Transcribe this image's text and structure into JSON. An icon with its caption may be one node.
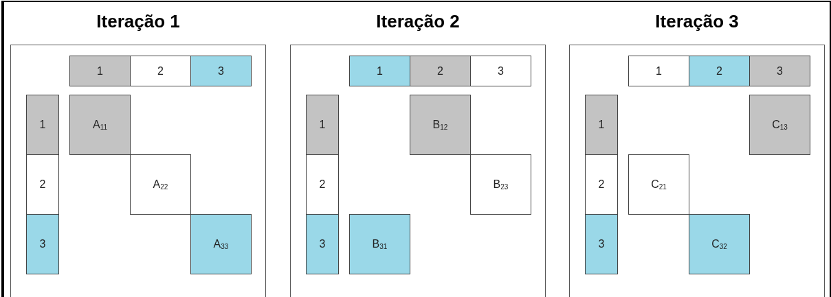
{
  "diagram": {
    "nodes": [
      {
        "text": [
          "Iteração 1"
        ]
      },
      {
        "text": [
          "1"
        ],
        "in": 0
      },
      {
        "text": [
          "2"
        ],
        "in": 0
      },
      {
        "text": [
          "3"
        ],
        "in": 0
      },
      {
        "text": [
          "1"
        ],
        "in": 0
      },
      {
        "text": [
          "2"
        ],
        "in": 0
      },
      {
        "text": [
          "3"
        ],
        "in": 0
      },
      {
        "text": [
          "A$_{11}$"
        ],
        "in": 0
      },
      {
        "text": [
          "A$_{22}$"
        ],
        "in": 0
      },
      {
        "text": [
          "A$_{33}$"
        ],
        "in": 0
      },
      {
        "text": [
          "Iteração 2"
        ]
      },
      {
        "text": [
          "1"
        ],
        "in": 10
      },
      {
        "text": [
          "2"
        ],
        "in": 10
      },
      {
        "text": [
          "3"
        ],
        "in": 10
      },
      {
        "text": [
          "1"
        ],
        "in": 10
      },
      {
        "text": [
          "2"
        ],
        "in": 10
      },
      {
        "text": [
          "3"
        ],
        "in": 10
      },
      {
        "text": [
          "B$_{12}$"
        ],
        "in": 10
      },
      {
        "text": [
          "B$_{23}$"
        ],
        "in": 10
      },
      {
        "text": [
          "B$_{31}$"
        ],
        "in": 10
      },
      {
        "text": [
          "Iteração 3"
        ]
      },
      {
        "text": [
          "1"
        ],
        "in": 20
      },
      {
        "text": [
          "2"
        ],
        "in": 20
      },
      {
        "text": [
          "3"
        ],
        "in": 20
      },
      {
        "text": [
          "1"
        ],
        "in": 20
      },
      {
        "text": [
          "2"
        ],
        "in": 20
      },
      {
        "text": [
          "3"
        ],
        "in": 20
      },
      {
        "text": [
          "C$_{13}$"
        ],
        "in": 20
      },
      {
        "text": [
          "C$_{21}$"
        ],
        "in": 20
      },
      {
        "text": [
          "C$_{32}$"
        ],
        "in": 20
      }
    ]
  }
}
